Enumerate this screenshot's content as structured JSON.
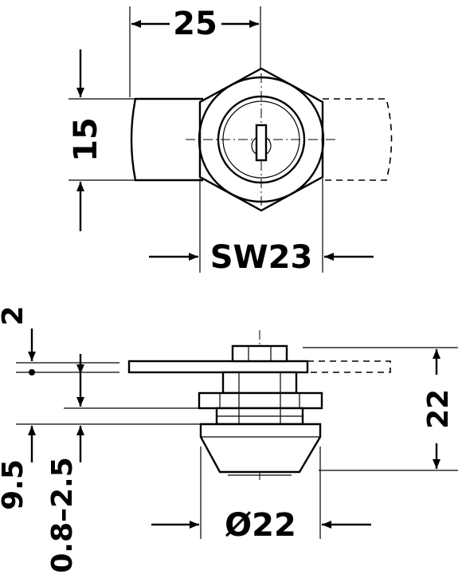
{
  "dimensions": {
    "top_width": "25",
    "top_height": "15",
    "top_wrench": "SW23",
    "side_offset": "2",
    "side_total": "22",
    "side_panel": "9.5",
    "side_range": "0.8–2.5",
    "side_diameter": "Ø22"
  },
  "colors": {
    "line": "#000000",
    "background": "#ffffff"
  }
}
